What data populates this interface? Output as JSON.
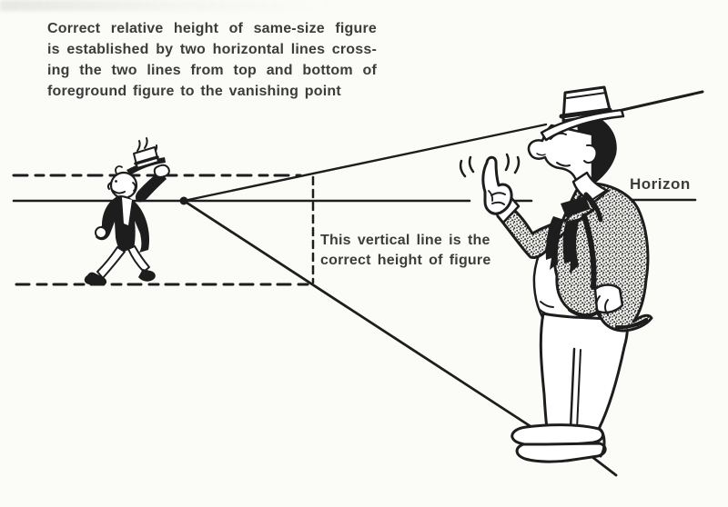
{
  "colors": {
    "paper": "#fbfbf8",
    "ink": "#1d1d1d",
    "text": "#3c3c3c"
  },
  "caption": {
    "lines": [
      "Correct relative height of same-size figure",
      "is established by two horizontal lines cross-",
      "ing the two lines from top and bottom of",
      "foreground figure to the vanishing point"
    ]
  },
  "vertical_line_note": {
    "lines": [
      "This vertical line is the",
      "correct height of figure"
    ]
  },
  "horizon": {
    "label": "Horizon"
  }
}
